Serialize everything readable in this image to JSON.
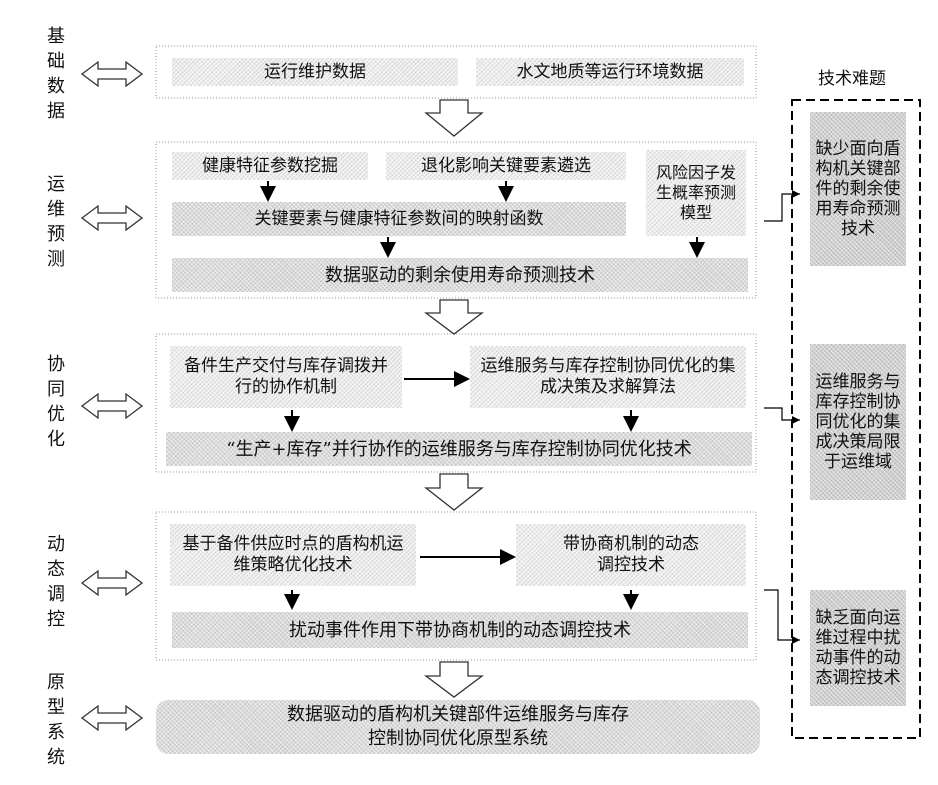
{
  "sides": [
    {
      "id": "jichu",
      "text": "基础数据"
    },
    {
      "id": "yunwei",
      "text": "运维预测"
    },
    {
      "id": "xietong",
      "text": "协同优化"
    },
    {
      "id": "dongtai",
      "text": "动态调控"
    },
    {
      "id": "yuanxing",
      "text": "原型系统"
    }
  ],
  "right_title": "技术难题",
  "boxes": {
    "ops_data": "运行维护数据",
    "env_data": "水文地质等运行环境数据",
    "health_mining": "健康特征参数挖掘",
    "degradation": "退化影响关键要素遴选",
    "risk_model": "风险因子发生概率预测模型",
    "mapping": "关键要素与健康特征参数间的映射函数",
    "rul_tech": "数据驱动的剩余使用寿命预测技术",
    "spare_coop": "备件生产交付与库存调拨并行的协作机制",
    "integrated_decision": "运维服务与库存控制协同优化的集成决策及求解算法",
    "parallel_tech": "“生产+库存”并行协作的运维服务与库存控制协同优化技术",
    "strategy_opt": "基于备件供应时点的盾构机运维策略优化技术",
    "negotiation": "带协商机制的动态调控技术",
    "disturbance": "扰动事件作用下带协商机制的动态调控技术",
    "prototype": "数据驱动的盾构机关键部件运维服务与库存控制协同优化原型系统"
  },
  "problems": [
    "缺少面向盾构机关键部件的剩余使用寿命预测技术",
    "运维服务与库存控制协同优化的集成决策局限于运维域",
    "缺乏面向运维过程中扰动事件的动态调控技术"
  ]
}
